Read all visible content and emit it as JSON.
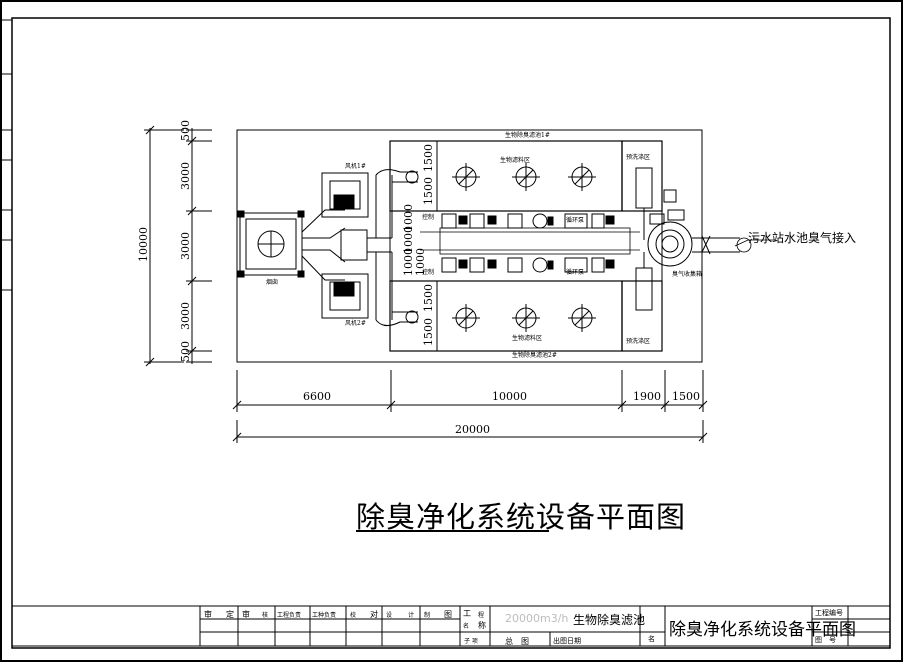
{
  "drawing": {
    "title": "除臭净化系统设备平面图",
    "inlet_note": "污水站水池臭气接入",
    "dimensions": {
      "horizontal": [
        "6600",
        "10000",
        "1900",
        "1500"
      ],
      "total": "20000",
      "vertical_total": "10000",
      "vertical": [
        "500",
        "3000",
        "3000",
        "3000",
        "500"
      ],
      "inner_vertical": [
        "1500",
        "1500",
        "1000",
        "1000",
        "1000",
        "1000",
        "1500",
        "1500"
      ]
    },
    "zones": {
      "top_pool": "生物除臭滤池1#",
      "bottom_pool": "生物除臭滤池2#",
      "top_bio": "生物滤料区",
      "bottom_bio": "生物滤料区",
      "top_pre": "预洗涤区",
      "bottom_pre": "预洗涤区",
      "fan1": "风机1#",
      "fan2": "风机2#",
      "chimney": "烟囱",
      "pump_top": "循环泵",
      "pump_bottom": "循环泵",
      "control_top": "控制",
      "control_bottom": "控制",
      "inlet_box": "臭气收集箱"
    }
  },
  "title_block": {
    "roles": [
      "审",
      "定",
      "审",
      "核",
      "工程负责",
      "工种负责",
      "校",
      "对",
      "设",
      "计",
      "制",
      "图"
    ],
    "project_label_1": "工",
    "project_label_2": "程",
    "project_label_3": "名",
    "project_label_4": "称",
    "sub_label": "子 项",
    "project_name_grey": "20000m3/h",
    "project_name": "生物除臭滤池",
    "stage": "总　图",
    "date_label": "出图日期",
    "drawing_label": "名",
    "drawing_name": "除臭净化系统设备平面图",
    "project_no": "工程编号",
    "drawing_no": "图　号"
  }
}
